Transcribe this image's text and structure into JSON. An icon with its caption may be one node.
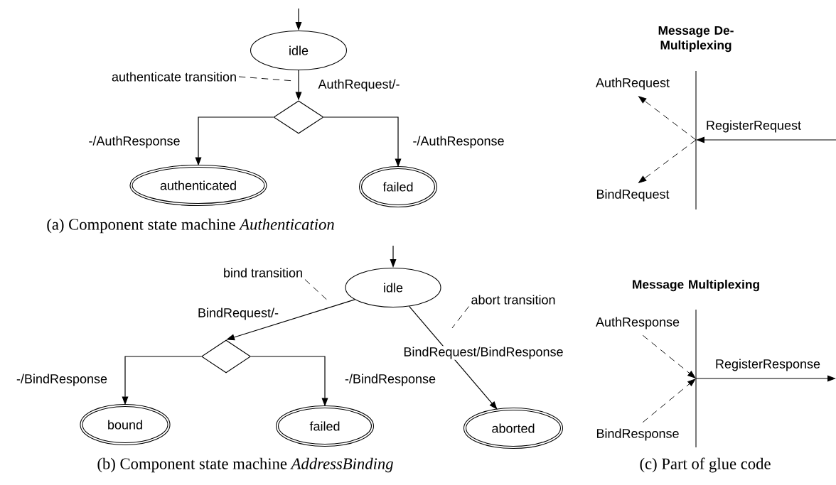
{
  "diagram": {
    "nodes": [
      {
        "text": [
          "idle"
        ]
      },
      {
        "text": [],
        "shape": "diamond"
      },
      {
        "text": [
          "authenticated"
        ]
      },
      {
        "text": [
          "failed"
        ]
      },
      {
        "text": [
          "authenticate transition"
        ]
      },
      {
        "text": [
          "idle"
        ]
      },
      {
        "text": [],
        "shape": "diamond"
      },
      {
        "text": [
          "bound"
        ]
      },
      {
        "text": [
          "failed"
        ]
      },
      {
        "text": [
          "aborted"
        ]
      },
      {
        "text": [
          "bind transition"
        ]
      },
      {
        "text": [
          "abort transition"
        ]
      },
      {
        "text": [
          "Message De-Multiplexing"
        ]
      },
      {
        "text": [
          "AuthRequest"
        ]
      },
      {
        "text": [
          "BindRequest"
        ]
      },
      {
        "text": [
          "Message Multiplexing"
        ]
      },
      {
        "text": [
          "AuthResponse"
        ]
      },
      {
        "text": [
          "BindResponse"
        ]
      }
    ],
    "edges": [
      {
        "from": null,
        "to": 0,
        "arrow": "to"
      },
      {
        "from": 0,
        "to": 1,
        "arrow": "to",
        "label": "AuthRequest/-"
      },
      {
        "from": 1,
        "to": 2,
        "arrow": "to",
        "label": "-/AuthResponse"
      },
      {
        "from": 1,
        "to": 3,
        "arrow": "to",
        "label": "-/AuthResponse"
      },
      {
        "from": 4,
        "to": null,
        "arrow": "none",
        "style": "dashed"
      },
      {
        "from": null,
        "to": 5,
        "arrow": "to"
      },
      {
        "from": 5,
        "to": 6,
        "arrow": "to",
        "label": "BindRequest/-"
      },
      {
        "from": 6,
        "to": 7,
        "arrow": "to",
        "label": "-/BindResponse"
      },
      {
        "from": 6,
        "to": 8,
        "arrow": "to",
        "label": "-/BindResponse"
      },
      {
        "from": 5,
        "to": 9,
        "arrow": "to",
        "label": "BindRequest/BindResponse"
      },
      {
        "from": 10,
        "to": null,
        "arrow": "none",
        "style": "dashed"
      },
      {
        "from": 11,
        "to": null,
        "arrow": "none",
        "style": "dashed"
      },
      {
        "from": 12,
        "to": 13,
        "arrow": "to",
        "style": "dashed"
      },
      {
        "from": 12,
        "to": 14,
        "arrow": "to",
        "style": "dashed"
      },
      {
        "from": null,
        "to": 12,
        "arrow": "to",
        "label": "RegisterRequest"
      },
      {
        "from": 16,
        "to": 15,
        "arrow": "to",
        "style": "dashed"
      },
      {
        "from": 17,
        "to": 15,
        "arrow": "to",
        "style": "dashed"
      },
      {
        "from": 15,
        "to": null,
        "arrow": "to",
        "label": "RegisterResponse"
      }
    ],
    "labels": [
      "(a) Component state machine *Authentication*",
      "(b) Component state machine *AddressBinding*",
      "(c) Part of glue code"
    ]
  }
}
